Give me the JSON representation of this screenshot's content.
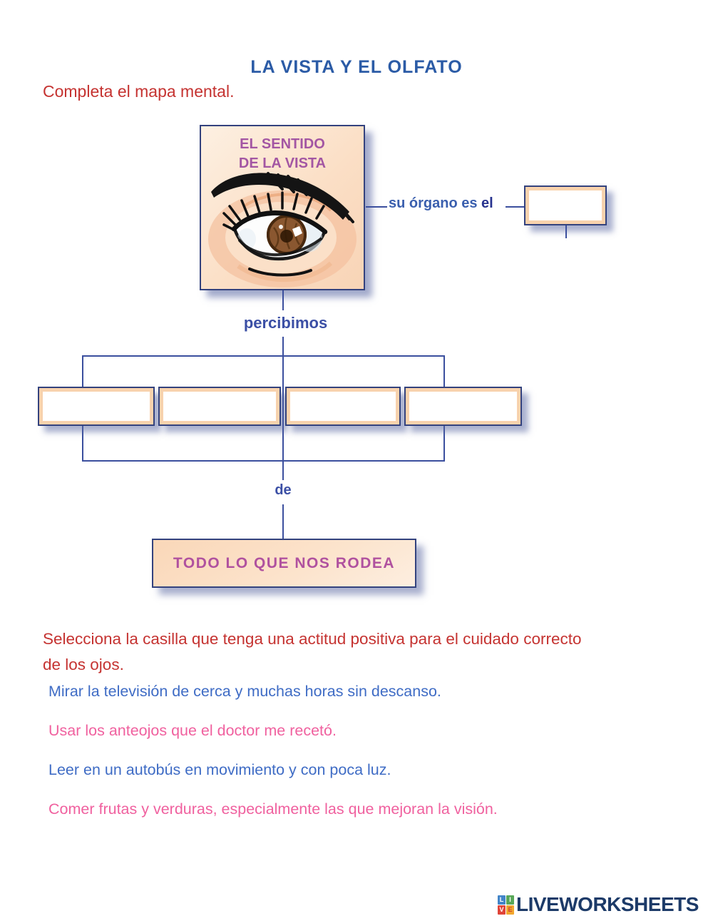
{
  "header": {
    "title": "LA VISTA Y EL OLFATO",
    "intro": "Completa el mapa mental."
  },
  "mindmap": {
    "central_box_title_line1": "EL SENTIDO",
    "central_box_title_line2": "DE LA VISTA",
    "organ_label": "su órgano es",
    "organ_article": "el",
    "organ_answer": "",
    "percibimos_label": "percibimos",
    "answers": [
      "",
      "",
      "",
      ""
    ],
    "de_label": "de",
    "bottom_box_label": "TODO LO QUE NOS RODEA"
  },
  "question": {
    "prompt_line1": "Selecciona la casilla que tenga una actitud positiva para el cuidado correcto",
    "prompt_line2": "de los ojos.",
    "options": [
      {
        "text": "Mirar la televisión de cerca y muchas horas sin descanso.",
        "color": "#3f6cc5"
      },
      {
        "text": "Usar los anteojos que el doctor me recetó.",
        "color": "#f0619f"
      },
      {
        "text": "Leer en un autobús en movimiento y con poca luz.",
        "color": "#3f6cc5"
      },
      {
        "text": "Comer frutas y verduras, especialmente las que mejoran la visión.",
        "color": "#f0619f"
      }
    ]
  },
  "footer": {
    "brand": "LIVEWORKSHEETS",
    "tiles": [
      {
        "letter": "L",
        "color": "#4285c8"
      },
      {
        "letter": "I",
        "color": "#58a758"
      },
      {
        "letter": "V",
        "color": "#e04438"
      },
      {
        "letter": "E",
        "color": "#f2a72e"
      }
    ]
  },
  "colors": {
    "title_blue": "#2b5ba6",
    "red_text": "#c53331",
    "map_navy": "#3b4f9e",
    "box_border_navy": "#33427e",
    "peach_ring": "#f8d2ad",
    "central_purple": "#a356a3",
    "bottom_magenta": "#b0519f",
    "label_blue": "#3a5fae",
    "brand_navy": "#1c3a68"
  }
}
